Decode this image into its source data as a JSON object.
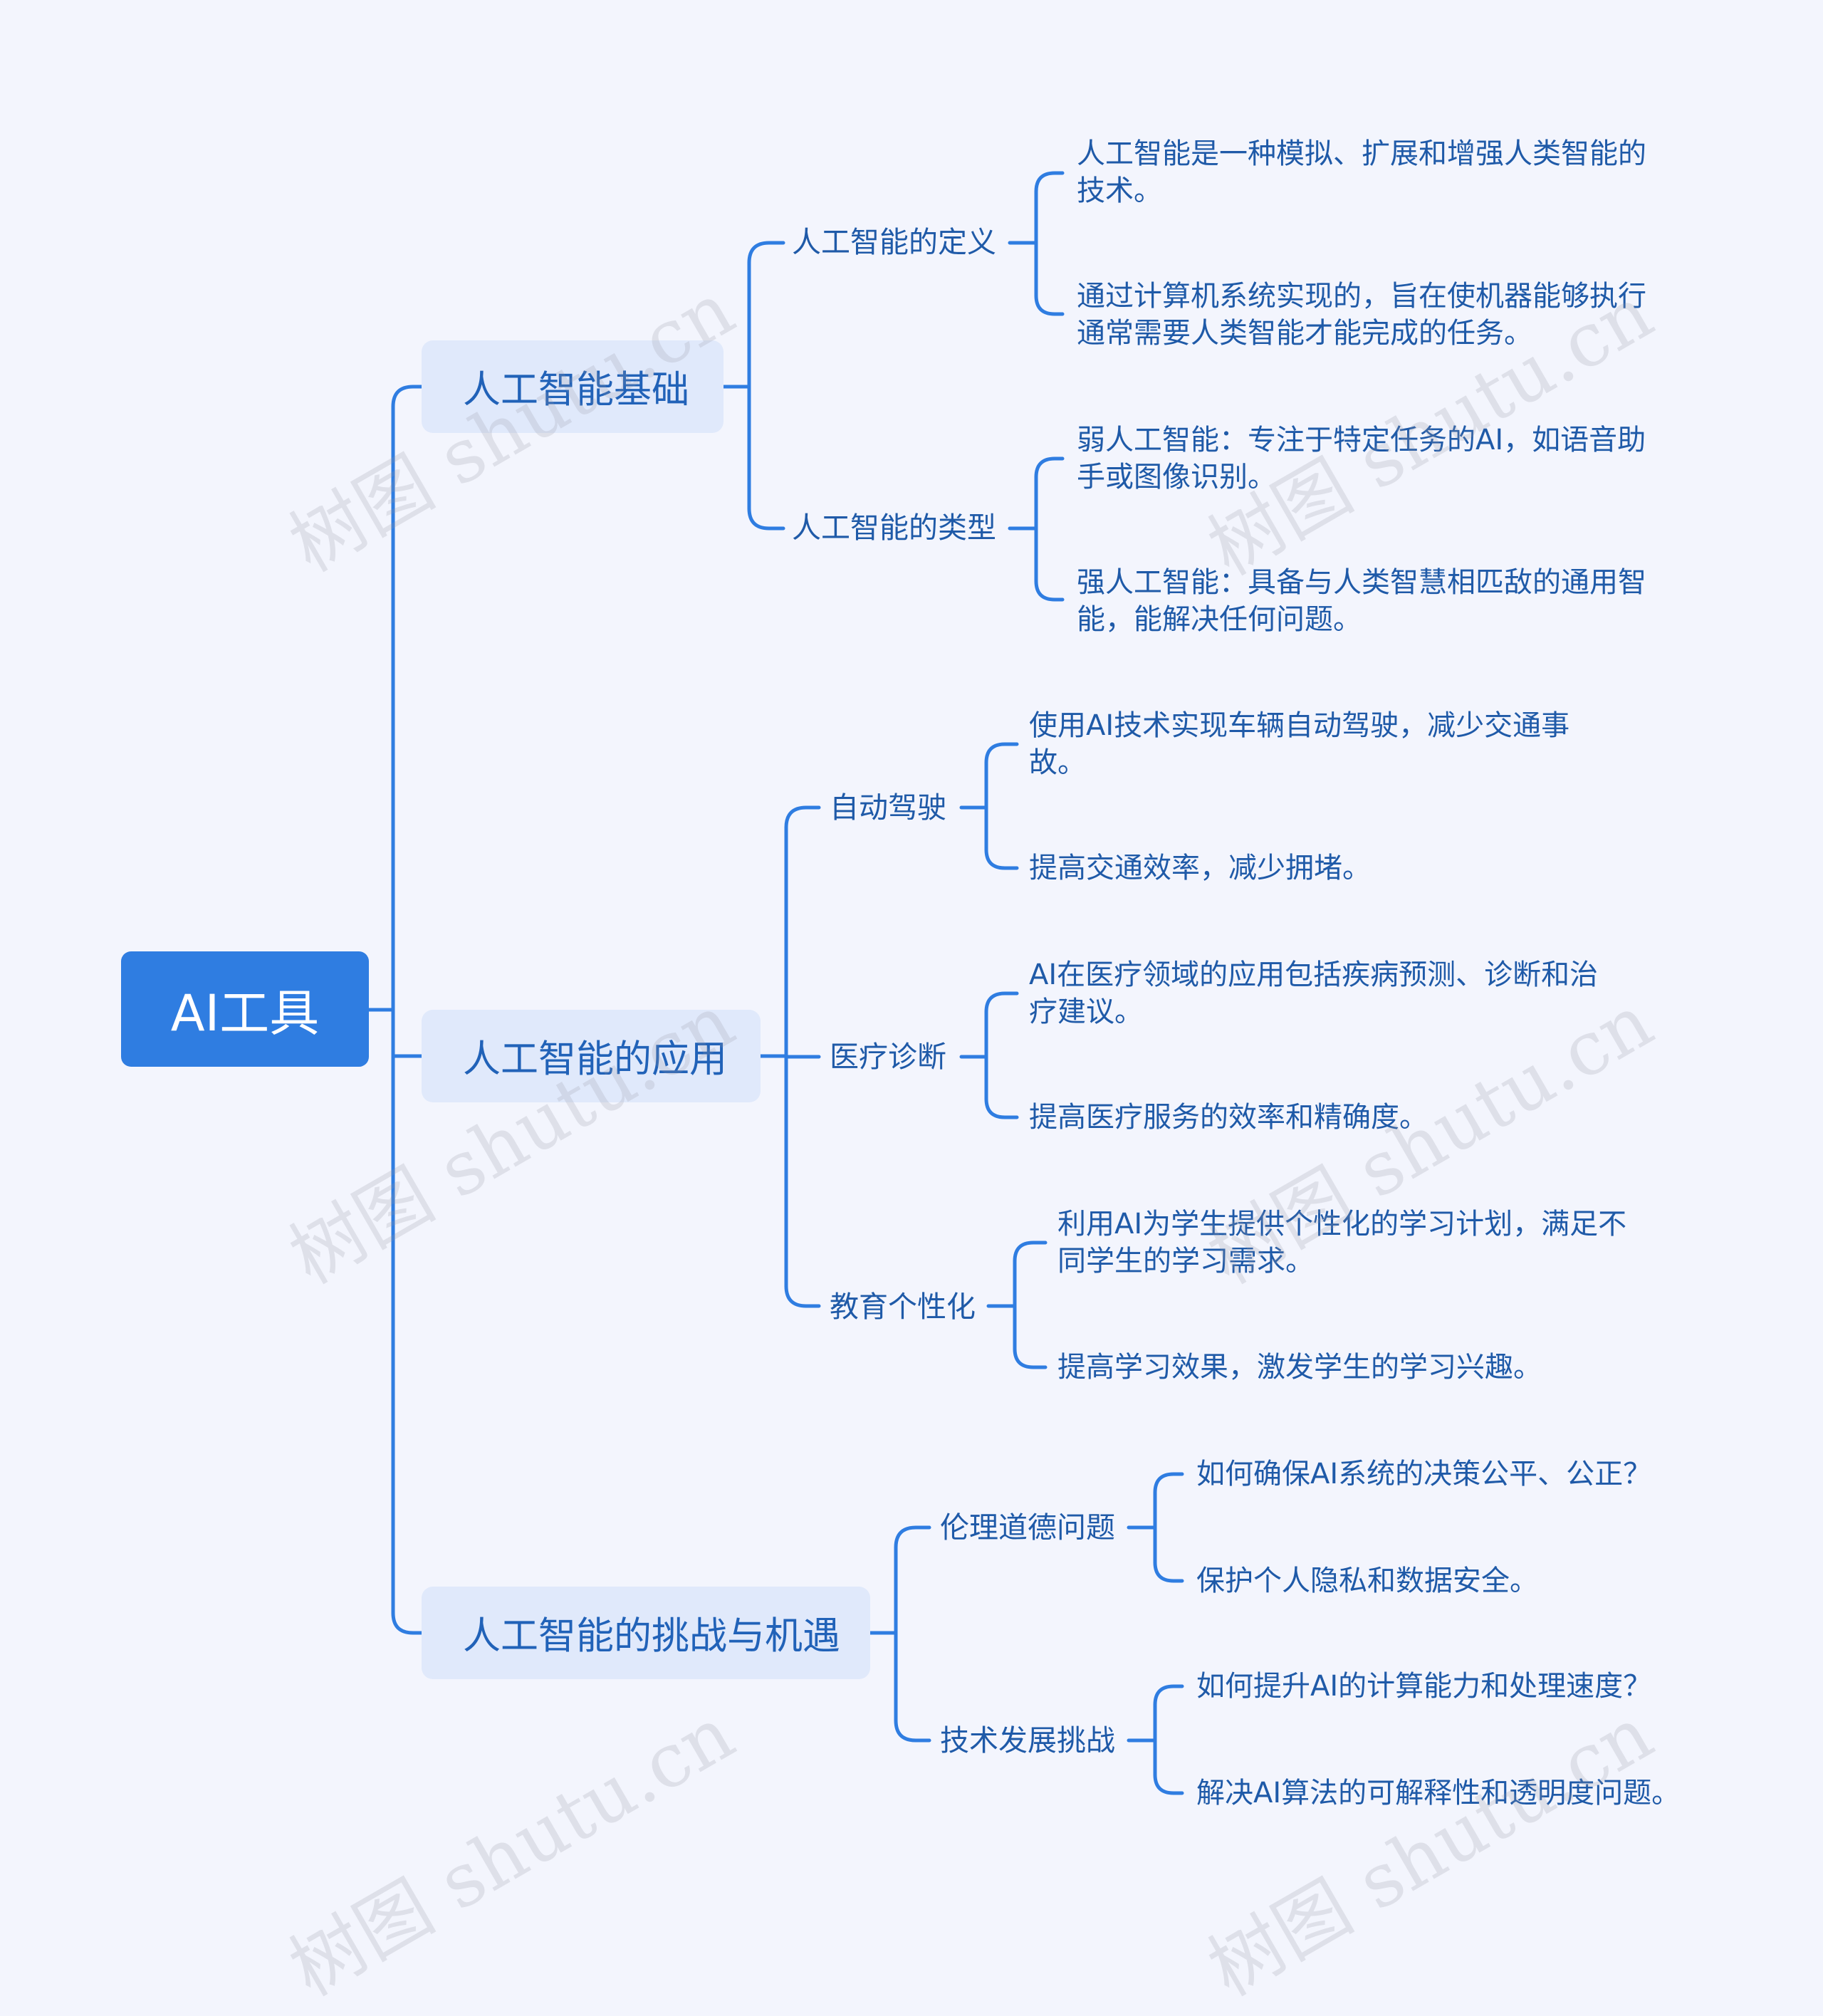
{
  "root": {
    "label": "AI工具"
  },
  "branches": [
    {
      "label": "人工智能基础",
      "children": [
        {
          "label": "人工智能的定义",
          "leaves": [
            "人工智能是一种模拟、扩展和增强人类智能的技术。",
            "通过计算机系统实现的，旨在使机器能够执行通常需要人类智能才能完成的任务。"
          ]
        },
        {
          "label": "人工智能的类型",
          "leaves": [
            "弱人工智能：专注于特定任务的AI，如语音助手或图像识别。",
            "强人工智能：具备与人类智慧相匹敌的通用智能，能解决任何问题。"
          ]
        }
      ]
    },
    {
      "label": "人工智能的应用",
      "children": [
        {
          "label": "自动驾驶",
          "leaves": [
            "使用AI技术实现车辆自动驾驶，减少交通事故。",
            "提高交通效率，减少拥堵。"
          ]
        },
        {
          "label": "医疗诊断",
          "leaves": [
            "AI在医疗领域的应用包括疾病预测、诊断和治疗建议。",
            "提高医疗服务的效率和精确度。"
          ]
        },
        {
          "label": "教育个性化",
          "leaves": [
            "利用AI为学生提供个性化的学习计划，满足不同学生的学习需求。",
            "提高学习效果，激发学生的学习兴趣。"
          ]
        }
      ]
    },
    {
      "label": "人工智能的挑战与机遇",
      "children": [
        {
          "label": "伦理道德问题",
          "leaves": [
            "如何确保AI系统的决策公平、公正？",
            "保护个人隐私和数据安全。"
          ]
        },
        {
          "label": "技术发展挑战",
          "leaves": [
            "如何提升AI的计算能力和处理速度？",
            "解决AI算法的可解释性和透明度问题。"
          ]
        }
      ]
    }
  ],
  "watermark": {
    "text": "树图 shutu.cn"
  },
  "colors": {
    "root_bg": "#2f7de1",
    "main_bg": "#e0e9fb",
    "line": "#2f7de1",
    "text": "#1f5aa8",
    "background": "#f3f5fd"
  }
}
